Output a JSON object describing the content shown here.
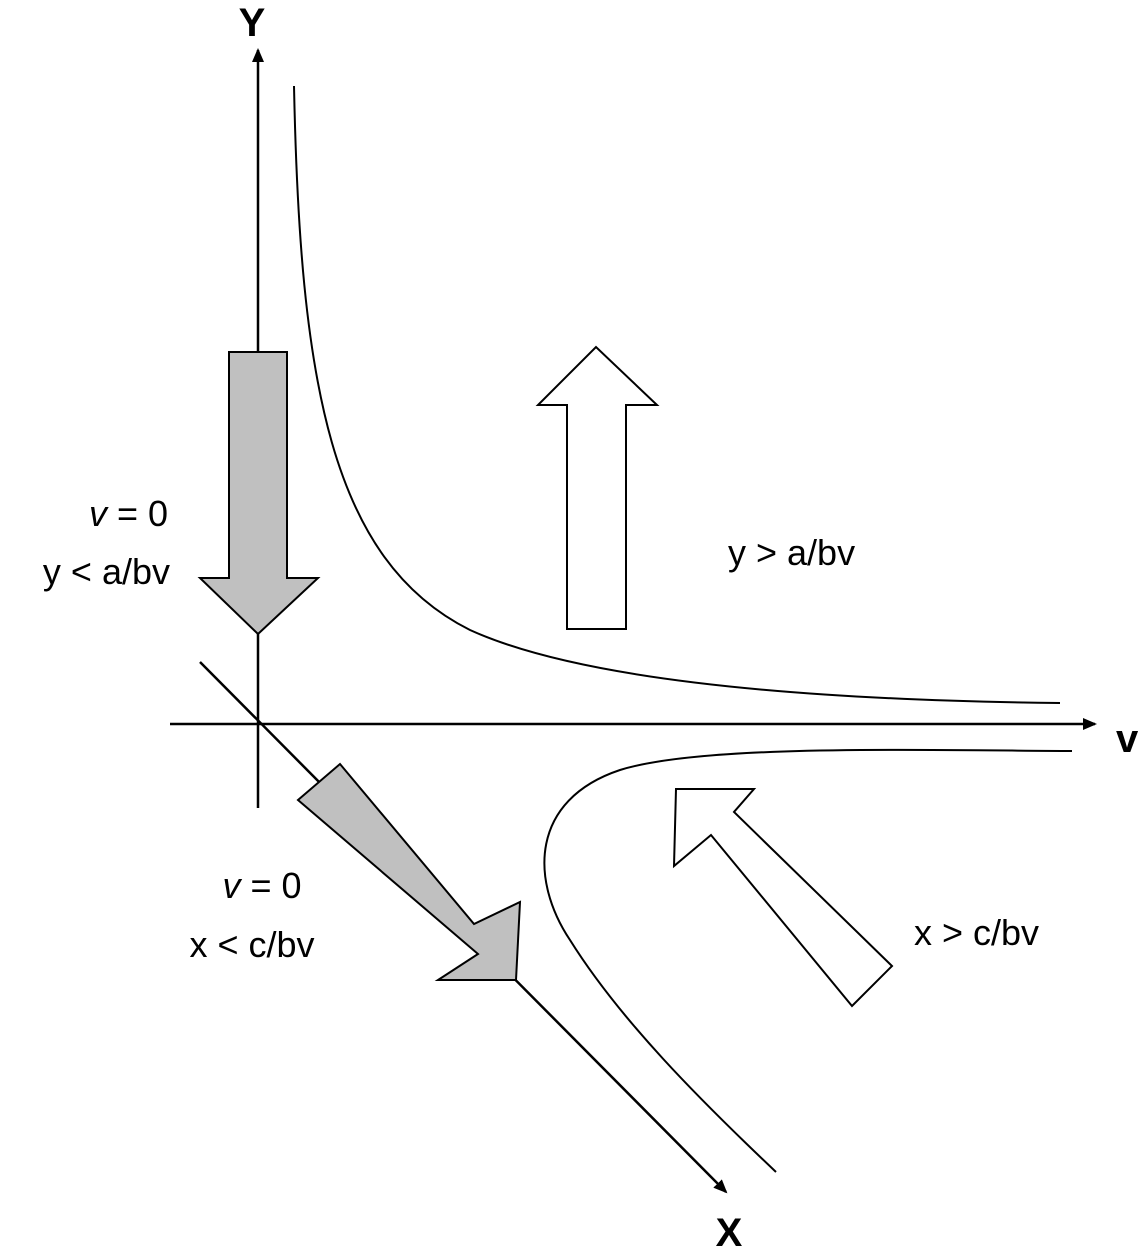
{
  "axes": {
    "y": "Y",
    "v": "v",
    "x": "X"
  },
  "labels": {
    "y_nullcline_var": "v",
    "y_nullcline_eq": " = 0",
    "y_nullcline_cond": "y < a/bv",
    "y_region": "y > a/bv",
    "x_nullcline_var": "v",
    "x_nullcline_eq": " = 0",
    "x_nullcline_cond": "x < c/bv",
    "x_region": "x > c/bv"
  },
  "colors": {
    "line": "#000000",
    "gray_arrow_fill": "#c0c0c0",
    "white_arrow_fill": "#ffffff"
  }
}
